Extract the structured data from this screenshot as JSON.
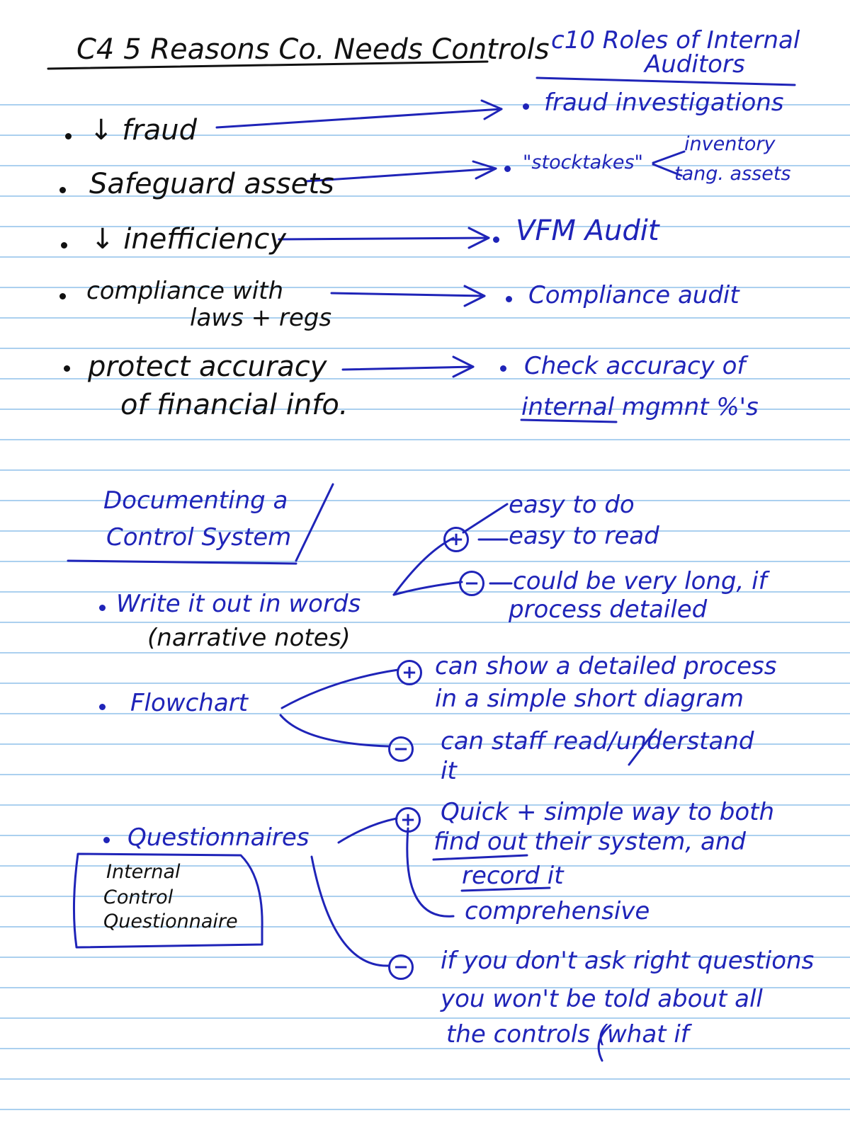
{
  "header": {
    "left_title": "C4   5 Reasons Co. Needs Controls",
    "right_title_line1": "c10  Roles of Internal",
    "right_title_line2": "Auditors"
  },
  "reasons": [
    {
      "text_line1": "↓ fraud",
      "text_line2": ""
    },
    {
      "text_line1": "Safeguard assets",
      "text_line2": ""
    },
    {
      "text_line1": "↓ inefficiency",
      "text_line2": ""
    },
    {
      "text_line1": "compliance with",
      "text_line2": "laws + regs"
    },
    {
      "text_line1": "protect accuracy",
      "text_line2": "of financial info."
    }
  ],
  "roles": [
    {
      "text_line1": "fraud investigations",
      "text_line2": ""
    },
    {
      "text_line1": "\"stocktakes\"",
      "text_line2": ""
    },
    {
      "text_line1": "VFM Audit",
      "text_line2": ""
    },
    {
      "text_line1": "Compliance audit",
      "text_line2": ""
    },
    {
      "text_line1": "Check accuracy of",
      "text_line2": "internal mgmnt %'s"
    }
  ],
  "stocktake_branches": [
    "inventory",
    "tang. assets"
  ],
  "section2": {
    "title_line1": "Documenting  a",
    "title_line2": "Control System"
  },
  "methods": {
    "narrative": {
      "label": "Write it out in words",
      "sub": "(narrative notes)",
      "plus_symbol": "+",
      "minus_symbol": "−",
      "plus_1": "easy to do",
      "plus_2": "easy to read",
      "minus_line1": "could be very long, if",
      "minus_line2": "process detailed"
    },
    "flowchart": {
      "label": "Flowchart",
      "plus_symbol": "+",
      "minus_symbol": "−",
      "plus_line1": "can show a detailed process",
      "plus_line2": "in a simple short diagram",
      "minus_line1": "can staff read/understand",
      "minus_line2": "it"
    },
    "questionnaires": {
      "label": "Questionnaires",
      "box_line1": "Internal",
      "box_line2": "Control",
      "box_line3": "Questionnaire",
      "plus_symbol": "+",
      "minus_symbol": "−",
      "plus_line1": "Quick + simple way to both",
      "plus_line2": "find out their system, and",
      "plus_line3": "record it",
      "plus_line4": "comprehensive",
      "minus_line1": "if you don't ask right questions",
      "minus_line2": "you won't be told about all",
      "minus_line3": "the controls (what if"
    }
  },
  "colors": {
    "ink_black": "#111111",
    "ink_blue": "#1f24b8",
    "rule_line": "#8fc0ea",
    "background": "#ffffff"
  }
}
